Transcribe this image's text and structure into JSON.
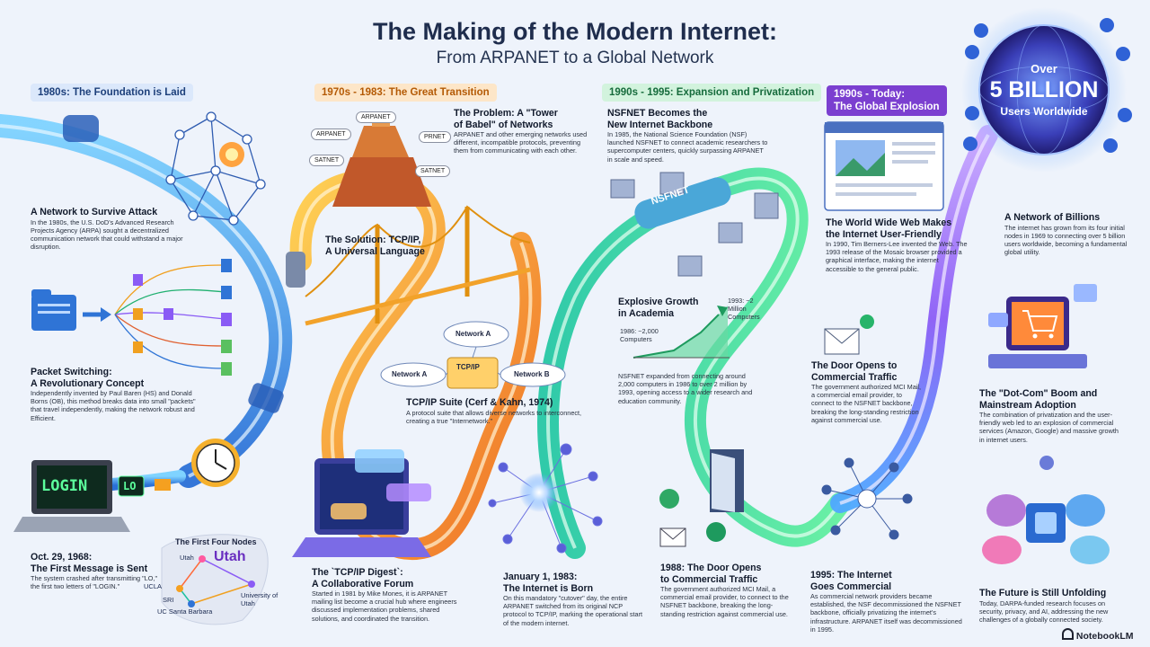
{
  "header": {
    "title": "The Making of the Modern Internet:",
    "subtitle": "From ARPANET to a Global Network"
  },
  "eras": {
    "e1": "1980s: The Foundation is Laid",
    "e2": "1970s - 1983: The Great Transition",
    "e3": "1990s - 1995: Expansion and Privatization",
    "e4_line1": "1990s - Today:",
    "e4_line2": "The Global Explosion"
  },
  "blocks": {
    "survive": {
      "title": "A Network to Survive Attack",
      "body": "In the 1980s, the U.S. DoD's Advanced Research Projects Agency (ARPA) sought a decentralized communication network that could withstand a major disruption."
    },
    "packet": {
      "title_1": "Packet Switching:",
      "title_2": "A Revolutionary Concept",
      "body": "Independently invented by Paul Baren (HS) and Donald Borns (OB), this method breaks data into small \"packets\" that travel independently, making the network robust and Efficient."
    },
    "first_msg": {
      "title_1": "Oct. 29, 1968:",
      "title_2": "The First Message is Sent",
      "body": "The system crashed after transmitting \"LO,\" the first two letters of \"LOGIN.\""
    },
    "problem": {
      "title_1": "The Problem: A \"Tower",
      "title_2": "of Babel\" of Networks",
      "body": "ARPANET and other emerging networks used different, incompatible protocols, preventing them from communicating with each other."
    },
    "solution": {
      "title_1": "The Solution: TCP/IP,",
      "title_2": "A Universal Language"
    },
    "suite": {
      "title": "TCP/IP Suite (Cerf & Kahn, 1974)",
      "body": "A protocol suite that allows diverse networks to interconnect, creating a true \"Internetwork.\""
    },
    "digest": {
      "title_1": "The `TCP/IP Digest`:",
      "title_2": "A Collaborative Forum",
      "body": "Started in 1981 by Mike Mones, it is ARPANET mailing list become a crucial hub where engineers discussed implementation problems, shared solutions, and coordinated the transition."
    },
    "born": {
      "title_1": "January 1, 1983:",
      "title_2": "The Internet is Born",
      "body": "On this mandatory \"cutover\" day, the entire ARPANET switched from its original NCP protocol to TCP/IP, marking the operational start of the modern internet."
    },
    "nsfnet": {
      "title_1": "NSFNET Becomes the",
      "title_2": "New Internet Backbone",
      "body": "In 1985, the National Science Foundation (NSF) launched NSFNET to connect academic researchers to supercomputer centers, quickly surpassing ARPANET in scale and speed."
    },
    "growth": {
      "title_1": "Explosive Growth",
      "title_2": "in Academia",
      "body": "NSFNET expanded from connecting around 2,000 computers in 1986 to over 2 million by 1993, opening access to a wider research and education community."
    },
    "door1": {
      "title_1": "1988: The Door Opens",
      "title_2": "to Commercial Traffic",
      "body": "The government authorized MCI Mail, a commercial email provider, to connect to the NSFNET backbone, breaking the long-standing restriction against commercial use."
    },
    "door2": {
      "title_1": "The Door Opens to",
      "title_2": "Commercial Traffic",
      "body": "The government authorized MCI Mail, a commercial email provider, to connect to the NSFNET backbone, breaking the long-standing restriction against commercial use."
    },
    "internet_commercial": {
      "title_1": "1995: The Internet",
      "title_2": "Goes Commercial",
      "body": "As commercial network providers became established, the NSF decommissioned the NSFNET backbone, officially privatizing the internet's infrastructure. ARPANET itself was decommissioned in 1995."
    },
    "www": {
      "title_1": "The World Wide Web Makes",
      "title_2": "the Internet User-Friendly",
      "body": "In 1990, Tim Berners-Lee invented the Web. The 1993 release of the Mosaic browser provided a graphical interface, making the internet accessible to the general public."
    },
    "billions": {
      "title": "A Network of Billions",
      "body": "The internet has grown from its four initial nodes in 1969 to connecting over 5 billion users worldwide, becoming a fundamental global utility."
    },
    "dotcom": {
      "title_1": "The \"Dot-Com\" Boom and",
      "title_2": "Mainstream Adoption",
      "body": "The combination of privatization and the user-friendly web led to an explosion of commercial services (Amazon, Google) and massive growth in internet users."
    },
    "future": {
      "title": "The Future is Still Unfolding",
      "body": "Today, DARPA-funded research focuses on security, privacy, and AI, addressing the new challenges of a globally connected society."
    }
  },
  "labels": {
    "login": "LOGIN",
    "lo": "LO",
    "first_nodes_title": "The First Four Nodes",
    "utah_big": "Utah",
    "node_utah": "Utah",
    "node_ucla": "UCLA",
    "node_sri": "SRI",
    "node_ucsb": "UC Santa Barbara",
    "node_uou": "University of Utah",
    "chip_arpanet1": "ARPANET",
    "chip_arpanet2": "ARPANET",
    "chip_prnet": "PRNET",
    "chip_satnet1": "SATNET",
    "chip_satnet2": "SATNET",
    "network_a_top": "Network A",
    "network_a_left": "Network A",
    "network_b": "Network B",
    "tcpip_box": "TCP/IP",
    "nsfnet_pipe": "NSFNET",
    "growth_1986": "1986: ~2,000 Computers",
    "growth_1993": "1993: ~2 Million Computers",
    "badge_over": "Over",
    "badge_value": "5 BILLION",
    "badge_users": "Users Worldwide",
    "brand": "NotebookLM"
  },
  "colors": {
    "era1": "#dbe8fb",
    "era2": "#fde6c8",
    "era3": "#d2f3dd",
    "era4": "#7b3fd0",
    "pipe_blue": "#3d8ff0",
    "pipe_orange": "#f59a1e",
    "pipe_green": "#2fd79a",
    "pipe_purple": "#8a5bf5"
  }
}
